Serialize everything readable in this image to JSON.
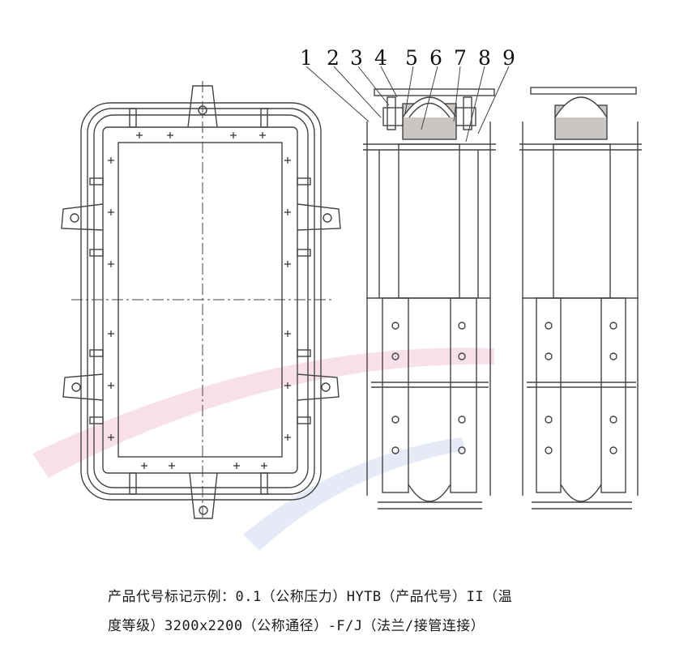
{
  "callouts": [
    "1",
    "2",
    "3",
    "4",
    "5",
    "6",
    "7",
    "8",
    "9"
  ],
  "caption": {
    "line1": "产品代号标记示例：0.1（公称压力）HYTB（产品代号）II（温",
    "line2": "度等级）3200x2200（公称通径）-F/J（法兰/接管连接）"
  },
  "colors": {
    "line": "#444444",
    "packing": "#c9c6c3",
    "watermark_red": "#f3c7d4",
    "watermark_blue": "#d6dcf2"
  }
}
